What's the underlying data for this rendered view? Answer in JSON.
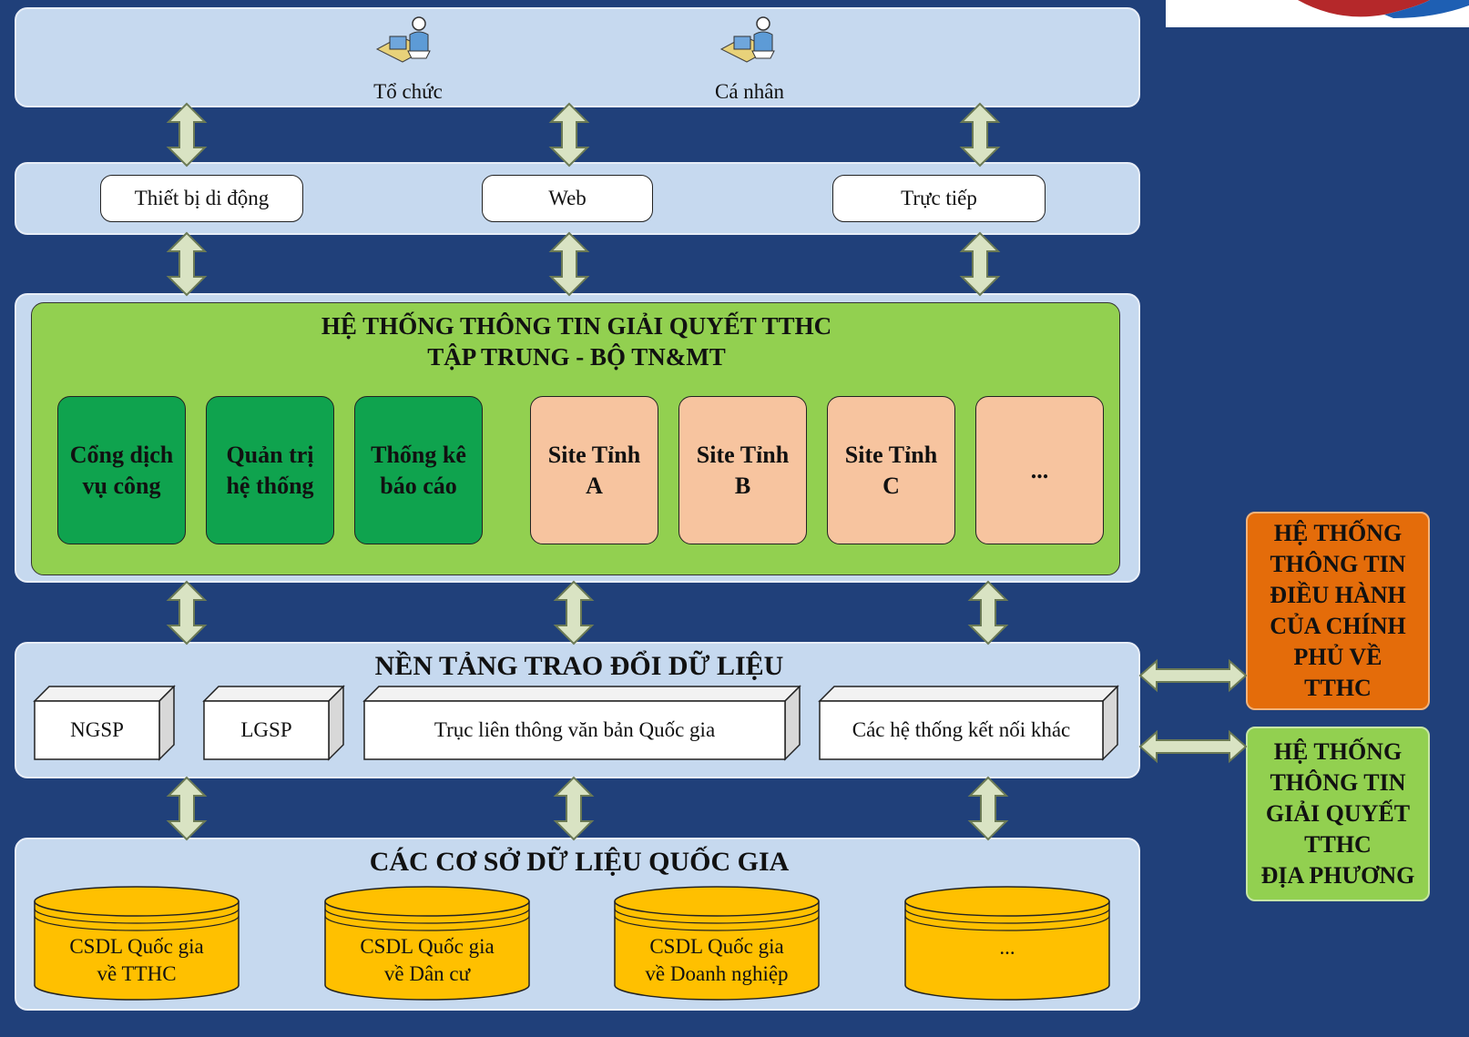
{
  "users": {
    "organization_label": "Tổ chức",
    "individual_label": "Cá nhân"
  },
  "channels": {
    "mobile": "Thiết bị di động",
    "web": "Web",
    "direct": "Trực tiếp"
  },
  "central_system": {
    "title_line1": "HỆ THỐNG THÔNG TIN GIẢI QUYẾT TTHC",
    "title_line2": "TẬP TRUNG - BỘ TN&MT",
    "modules": [
      {
        "line1": "Cổng dịch",
        "line2": "vụ công"
      },
      {
        "line1": "Quản trị",
        "line2": "hệ thống"
      },
      {
        "line1": "Thống kê",
        "line2": "báo cáo"
      }
    ],
    "sites": [
      {
        "line1": "Site Tỉnh",
        "line2": "A"
      },
      {
        "line1": "Site Tỉnh",
        "line2": "B"
      },
      {
        "line1": "Site Tỉnh",
        "line2": "C"
      },
      {
        "line1": "...",
        "line2": ""
      }
    ]
  },
  "exchange_platform": {
    "title": "NỀN TẢNG TRAO ĐỔI DỮ LIỆU",
    "items": [
      "NGSP",
      "LGSP",
      "Trục liên thông văn bản Quốc gia",
      "Các hệ thống kết nối khác"
    ]
  },
  "national_databases": {
    "title": "CÁC CƠ SỞ DỮ LIỆU QUỐC GIA",
    "items": [
      {
        "line1": "CSDL Quốc gia",
        "line2": "về TTHC"
      },
      {
        "line1": "CSDL Quốc gia",
        "line2": "về Dân cư"
      },
      {
        "line1": "CSDL Quốc gia",
        "line2": "về Doanh nghiệp"
      },
      {
        "line1": "...",
        "line2": ""
      }
    ]
  },
  "side_systems": {
    "government_ops": [
      "HỆ THỐNG",
      "THÔNG TIN",
      "ĐIỀU HÀNH",
      "CỦA CHÍNH",
      "PHỦ VỀ",
      "TTHC"
    ],
    "local_tthc": [
      "HỆ THỐNG",
      "THÔNG TIN",
      "GIẢI QUYẾT",
      "TTHC",
      "ĐỊA PHƯƠNG"
    ]
  },
  "colors": {
    "background": "#20407a",
    "panel": "#c6d9ef",
    "central_green": "#92d050",
    "module_green": "#0fa34e",
    "site_peach": "#f7c49f",
    "database_yellow": "#ffc000",
    "side_orange": "#e46c0a",
    "side_green": "#92d050",
    "arrow_fill": "#d9e3c3"
  }
}
